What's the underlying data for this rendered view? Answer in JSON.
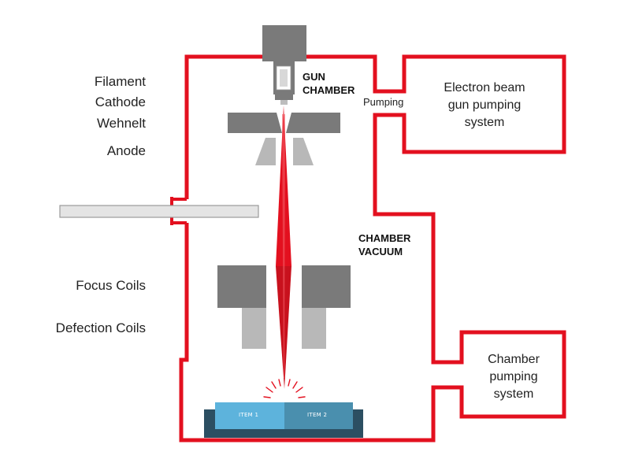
{
  "labels": {
    "filament": "Filament",
    "cathode": "Cathode",
    "wehnelt": "Wehnelt",
    "anode": "Anode",
    "focus_coils": "Focus Coils",
    "deflection_coils": "Defection Coils",
    "gun_chamber_line1": "GUN",
    "gun_chamber_line2": "CHAMBER",
    "pumping": "Pumping",
    "gun_pump_line1": "Electron beam",
    "gun_pump_line2": "gun pumping",
    "gun_pump_line3": "system",
    "chamber_vacuum_line1": "CHAMBER",
    "chamber_vacuum_line2": "VACUUM",
    "chamber_pump_line1": "Chamber",
    "chamber_pump_line2": "pumping",
    "chamber_pump_line3": "system",
    "item1": "ITEM 1",
    "item2": "ITEM 2"
  },
  "colors": {
    "chamber_wall": "#e3101f",
    "beam": "#e3101f",
    "dark_gray": "#7a7a7a",
    "light_gray": "#b8b8b8",
    "item1": "#5db3dc",
    "item2": "#4a8fae",
    "stage": "#2c4f62"
  }
}
